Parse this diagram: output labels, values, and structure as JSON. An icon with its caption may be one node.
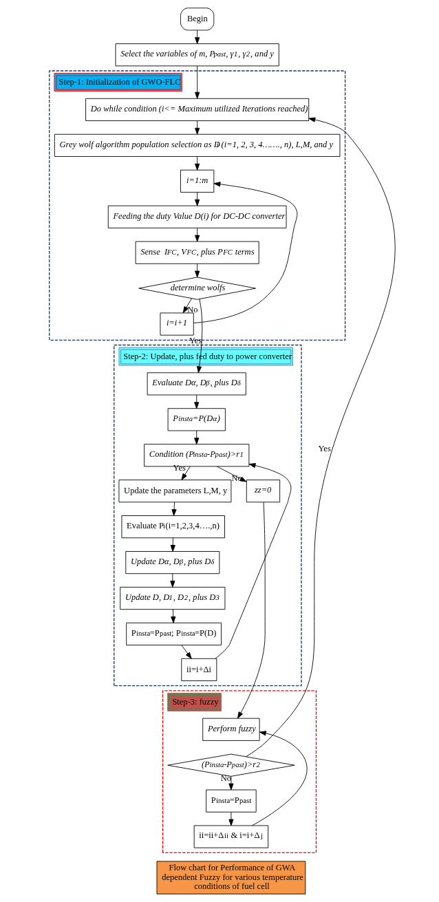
{
  "diagram": {
    "nodes": [
      {
        "text": [
          "Begin"
        ]
      },
      {
        "text": [
          "Select the variables of m, P$_{past}$, γ$_{1}$, γ$_{2}$, and y"
        ]
      },
      {
        "text": [
          "Step-1: Initialization of GWO-FLC"
        ]
      },
      {
        "text": [
          "Do while condition (i<= Maximum utilized Iterations reached)"
        ],
        "in": 2
      },
      {
        "text": [
          "Grey wolf algorithm population selection as D$_{i}$ (i=1, 2, 3, 4……., n), L,M, and y"
        ],
        "in": 2
      },
      {
        "text": [
          "i=1:m"
        ],
        "in": 2
      },
      {
        "text": [
          "Feeding the duty Value D(i) for DC-DC converter"
        ],
        "in": 2
      },
      {
        "text": [
          "Sense  I$_{FC}$, V$_{FC}$, plus P$_{FC}$ terms"
        ],
        "in": 2
      },
      {
        "text": [
          "determine wolfs"
        ],
        "in": 2
      },
      {
        "text": [
          "i=i+1"
        ],
        "in": 2
      },
      {
        "text": [
          "Step-2: Update, plus fed duty to power converter"
        ]
      },
      {
        "text": [
          "Evaluate Dα, D$_{β}$, plus D$_{δ}$"
        ],
        "in": 10
      },
      {
        "text": [
          "P$_{insta}$=P(D$_{α}$)"
        ],
        "in": 10
      },
      {
        "text": [
          "Condition (P$_{insta}$-P$_{past}$)>r$_{1}$"
        ],
        "in": 10
      },
      {
        "text": [
          "Update the parameters L,M, y"
        ],
        "in": 10
      },
      {
        "text": [
          "Evaluate P$_{i}$(i=1,2,3,4….,n)"
        ],
        "in": 10
      },
      {
        "text": [
          "Update Dα, D$_{β}$, plus D$_{δ}$"
        ],
        "in": 10
      },
      {
        "text": [
          "Update D, D$_{1}$, D$_{2}$, plus D$_{3}$"
        ],
        "in": 10
      },
      {
        "text": [
          "P$_{insta}$=P$_{past}$; P$_{insta}$=P(D)"
        ],
        "in": 10
      },
      {
        "text": [
          "ii=i+Δi"
        ],
        "in": 10
      },
      {
        "text": [
          "zz=0"
        ],
        "in": 10
      },
      {
        "text": [
          "Step-3: fuzzy"
        ]
      },
      {
        "text": [
          "Perform fuzzy"
        ],
        "in": 21
      },
      {
        "text": [
          "(P$_{insta}$-P$_{past}$)>r$_{2}$"
        ],
        "in": 21
      },
      {
        "text": [
          "P$_{insta}$=P$_{past}$"
        ],
        "in": 21
      },
      {
        "text": [
          "ii=ii+Δ$_{ii}$ & i=i+Δ$_{j}$"
        ],
        "in": 21
      },
      {
        "text": [
          "Flow chart for Performance of GWA dependent Fuzzy for various temperature conditions of fuel cell"
        ]
      }
    ],
    "edges": [
      {
        "from": 0,
        "to": 1,
        "arrow": "to"
      },
      {
        "from": 1,
        "to": 3,
        "arrow": "to"
      },
      {
        "from": 3,
        "to": 4,
        "arrow": "to"
      },
      {
        "from": 4,
        "to": 5,
        "arrow": "to"
      },
      {
        "from": 5,
        "to": 6,
        "arrow": "to"
      },
      {
        "from": 6,
        "to": 7,
        "arrow": "to"
      },
      {
        "from": 7,
        "to": 8,
        "arrow": "to"
      },
      {
        "from": 8,
        "to": 9,
        "arrow": "to",
        "label": "No"
      },
      {
        "from": 9,
        "to": 5,
        "arrow": "to"
      },
      {
        "from": 8,
        "to": 11,
        "arrow": "to",
        "label": "Yes"
      },
      {
        "from": 11,
        "to": 12,
        "arrow": "to"
      },
      {
        "from": 12,
        "to": 13,
        "arrow": "to"
      },
      {
        "from": 13,
        "to": 14,
        "arrow": "to",
        "label": "Yes"
      },
      {
        "from": 14,
        "to": 15,
        "arrow": "to"
      },
      {
        "from": 15,
        "to": 16,
        "arrow": "to"
      },
      {
        "from": 16,
        "to": 17,
        "arrow": "to"
      },
      {
        "from": 17,
        "to": 18,
        "arrow": "to"
      },
      {
        "from": 18,
        "to": 19,
        "arrow": "to"
      },
      {
        "from": 19,
        "to": 13,
        "arrow": "to"
      },
      {
        "from": 13,
        "to": 20,
        "arrow": "to",
        "label": "No"
      },
      {
        "from": 20,
        "to": 22,
        "arrow": "to"
      },
      {
        "from": 23,
        "to": 3,
        "arrow": "to",
        "label": "Yes"
      },
      {
        "from": 23,
        "to": 24,
        "arrow": "to",
        "label": "No"
      },
      {
        "from": 24,
        "to": 25,
        "arrow": "to"
      },
      {
        "from": 25,
        "to": 22,
        "arrow": "to"
      }
    ]
  }
}
